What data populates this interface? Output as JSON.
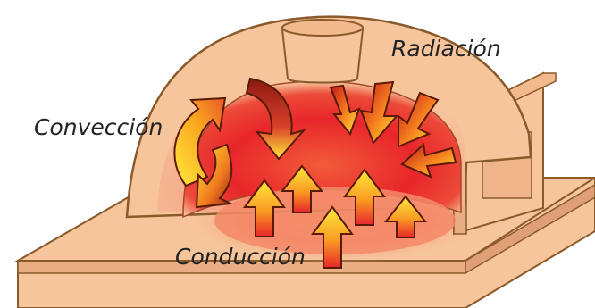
{
  "labels": {
    "convection": "Convección",
    "radiation": "Radiación",
    "conduction": "Conducción"
  },
  "colors": {
    "clay": "#F7C59B",
    "clay_edge": "#8B5A2B",
    "heat_core": "#E8262A",
    "heat_glow": "#F7A36E",
    "arrow_light": "#FFE93A",
    "arrow_dark": "#8B1A10"
  }
}
